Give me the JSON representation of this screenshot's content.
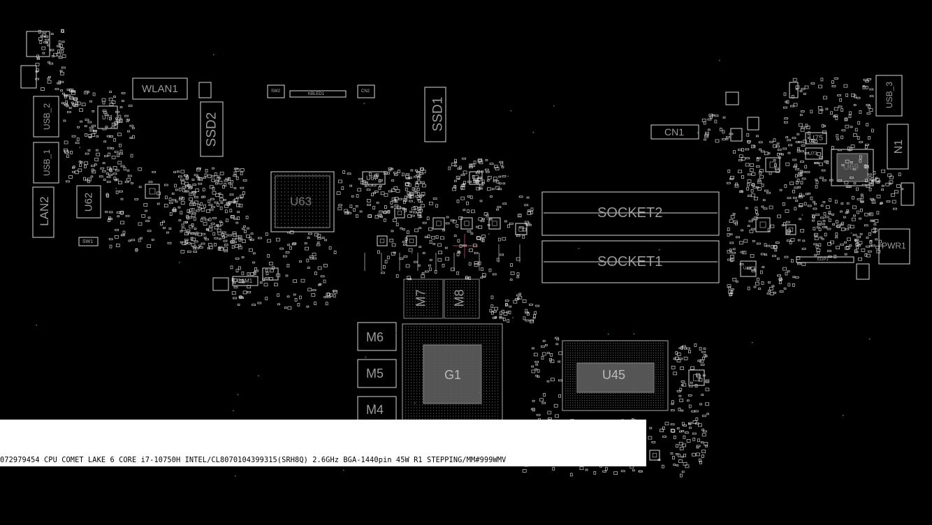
{
  "components": {
    "wlan1": "WLAN1",
    "ssd2": "SSD2",
    "ssd1": "SSD1",
    "sw2": "SW2",
    "kbled1": "KBLED1",
    "cn2": "CN2",
    "cn1": "CN1",
    "usb2": "USB_2",
    "usb1": "USB_1",
    "usb3": "USB_3",
    "lan2": "LAN2",
    "u62": "U62",
    "u77": "U77",
    "u63": "U63",
    "u67": "U67",
    "socket2": "SOCKET2",
    "socket1": "SOCKET1",
    "m7": "M7",
    "m8": "M8",
    "m6": "M6",
    "m5": "M5",
    "m4": "M4",
    "g1": "G1",
    "u45": "U45",
    "u69": "U69",
    "u75": "U75",
    "u73": "U73",
    "u48": "U48",
    "n1": "N1",
    "pwr1": "PWR1",
    "edp1": "EDP1",
    "cam1": "CAM1",
    "sw1": "SW1"
  },
  "tooltip": {
    "text": "072979454 CPU COMET LAKE 6 CORE i7-10750H INTEL/CL8070104399315(SRH8Q) 2.6GHz BGA-1440pin 45W R1 STEPPING/MM#999WMV"
  },
  "colors": {
    "background": "#000000",
    "outline": "#d0d0d0",
    "label": "#9a9a9a",
    "tooltip_bg": "#ffffff"
  }
}
